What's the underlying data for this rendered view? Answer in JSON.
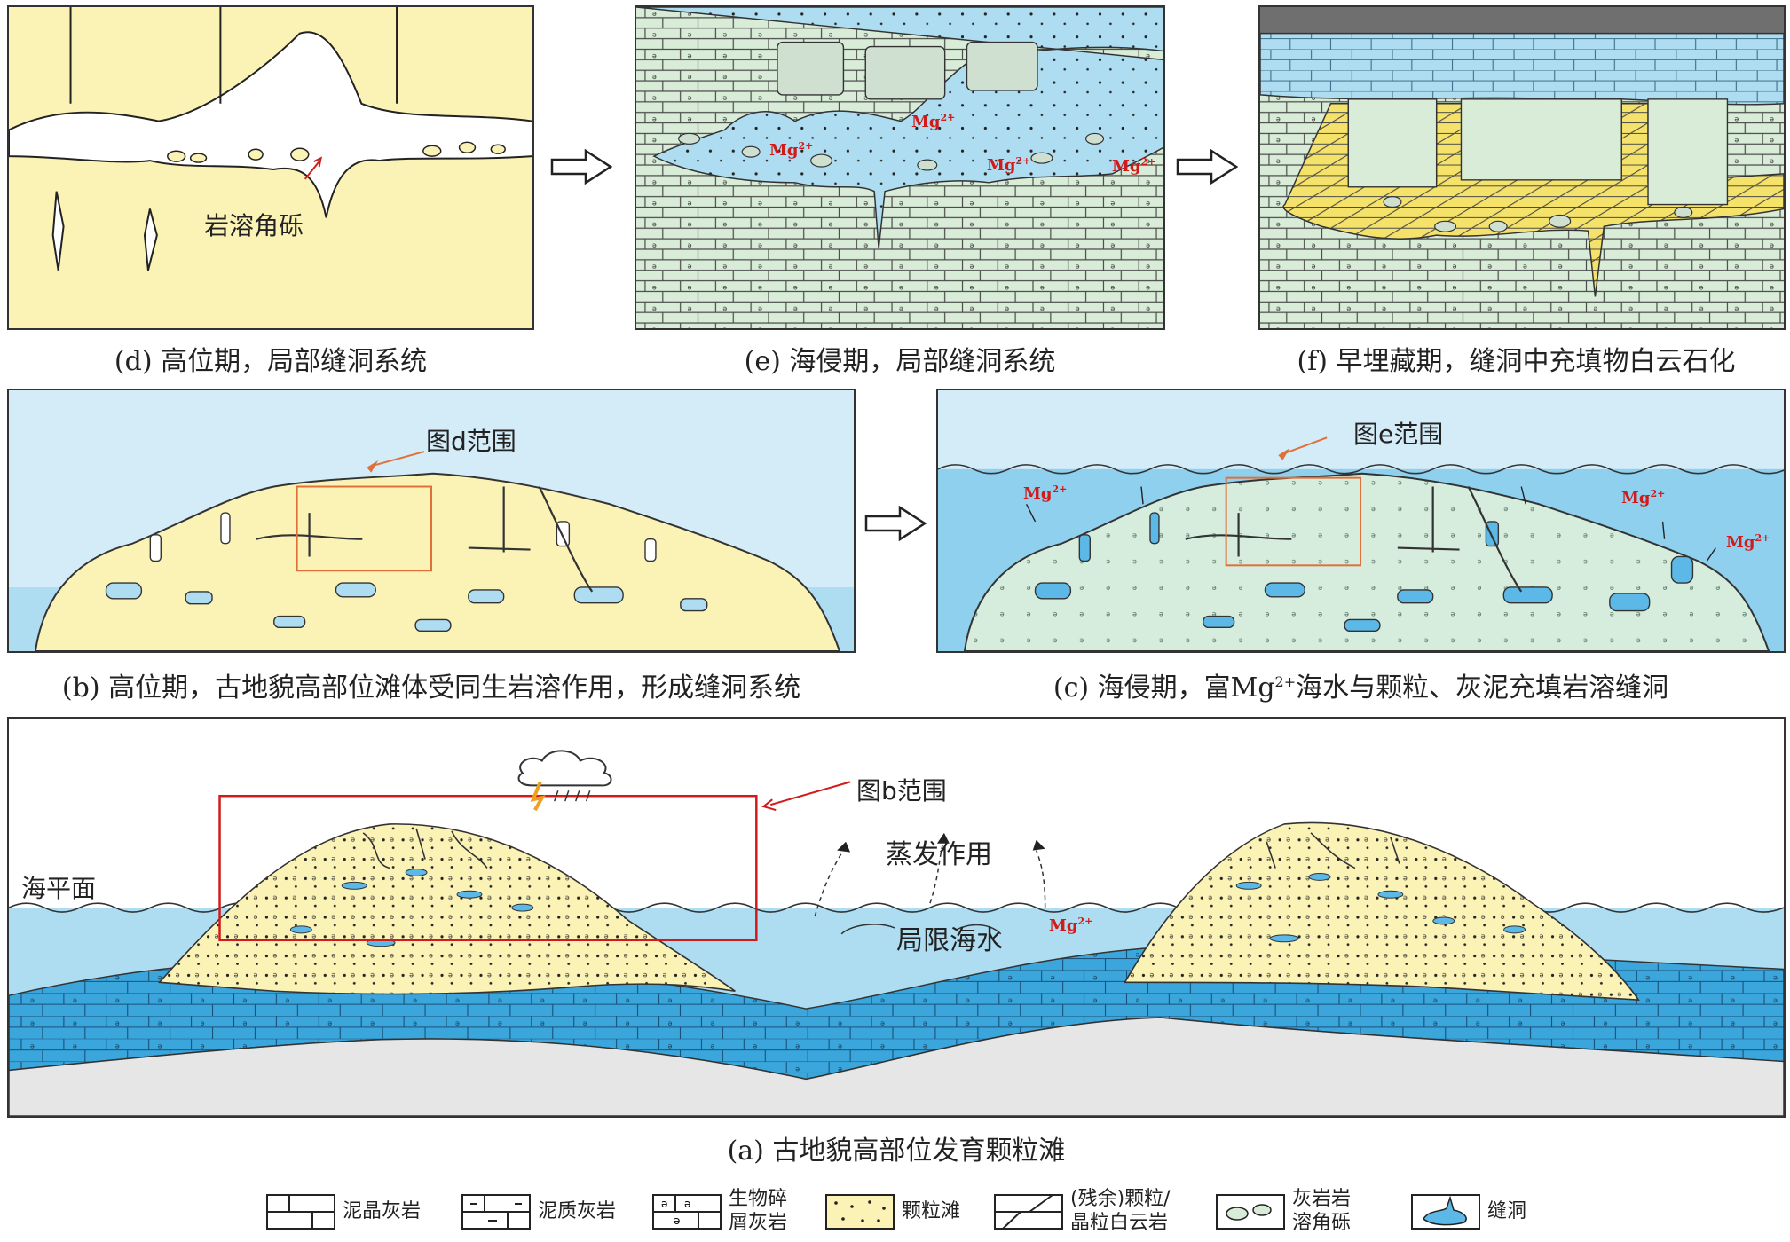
{
  "colors": {
    "sand": "#fbf2b6",
    "sand_dark": "#f5e26a",
    "limestone": "#d8ecd8",
    "sea": "#aedcf0",
    "sea_deep": "#3aa6dc",
    "karst_water": "#5cb8e6",
    "base": "#e6e6e6",
    "red": "#d11a1a",
    "overburden": "#6f6f6f"
  },
  "panels": {
    "d": {
      "caption": "(d) 高位期，局部缝洞系统",
      "label_breccia": "岩溶角砾"
    },
    "e": {
      "caption": "(e) 海侵期，局部缝洞系统",
      "ion_label": "Mg",
      "ion_charge": "2+"
    },
    "f": {
      "caption": "(f) 早埋藏期，缝洞中充填物白云石化"
    },
    "b": {
      "caption": "(b) 高位期，古地貌高部位滩体受同生岩溶作用，形成缝洞系统",
      "range_label": "图d范围"
    },
    "c": {
      "caption_prefix": "(c) 海侵期，富Mg",
      "caption_charge": "2+",
      "caption_suffix": "海水与颗粒、灰泥充填岩溶缝洞",
      "range_label": "图e范围",
      "ion_label": "Mg",
      "ion_charge": "2+"
    },
    "a": {
      "caption": "(a) 古地貌高部位发育颗粒滩",
      "range_label": "图b范围",
      "sea_level": "海平面",
      "evaporation": "蒸发作用",
      "restricted_water": "局限海水",
      "ion_label": "Mg",
      "ion_charge": "2+"
    }
  },
  "legend": [
    {
      "icon": "micrite-limestone-icon",
      "label": "泥晶灰岩"
    },
    {
      "icon": "argillaceous-limestone-icon",
      "label": "泥质灰岩"
    },
    {
      "icon": "bioclastic-limestone-icon",
      "label": "生物碎\n屑灰岩"
    },
    {
      "icon": "grain-shoal-icon",
      "label": "颗粒滩"
    },
    {
      "icon": "dolomite-icon",
      "label": "(残余)颗粒/\n晶粒白云岩"
    },
    {
      "icon": "karst-breccia-icon",
      "label": "灰岩岩\n溶角砾"
    },
    {
      "icon": "fracture-cavity-icon",
      "label": "缝洞"
    }
  ]
}
